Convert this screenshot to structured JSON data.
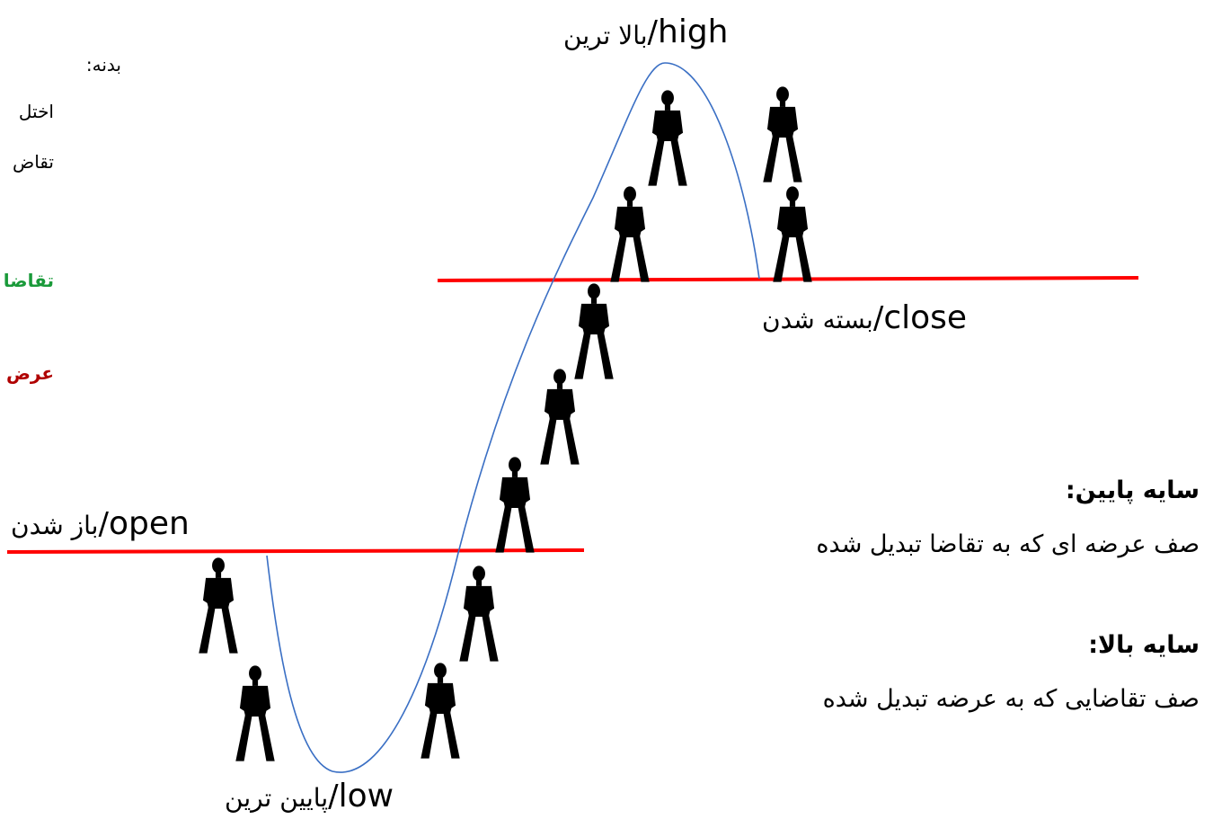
{
  "labels": {
    "high": {
      "en": "high",
      "fa": "بالا ترین"
    },
    "close": {
      "en": "close",
      "fa": "بسته شدن"
    },
    "open": {
      "en": "open",
      "fa": "باز شدن"
    },
    "low": {
      "en": "low",
      "fa": "پایین ترین"
    }
  },
  "left_panel": {
    "heading": "بدنه:",
    "line1": "اختل",
    "line2": "تقاض",
    "demand": "تقاضا",
    "supply": "عرض"
  },
  "right_panel": {
    "lower_shadow_title": "سایه پایین:",
    "lower_shadow_text": "صف عرضه ای که به تقاضا تبدیل شده",
    "upper_shadow_title": "سایه  بالا:",
    "upper_shadow_text": "صف تقاضایی که به عرضه تبدیل شده"
  },
  "colors": {
    "level_line": "#ff0000",
    "price_curve": "#3a6fc4",
    "demand_text": "#1a9a3a",
    "supply_text": "#b00000",
    "figure": "#000000"
  },
  "icons": {
    "person": "standing-person-silhouette"
  }
}
